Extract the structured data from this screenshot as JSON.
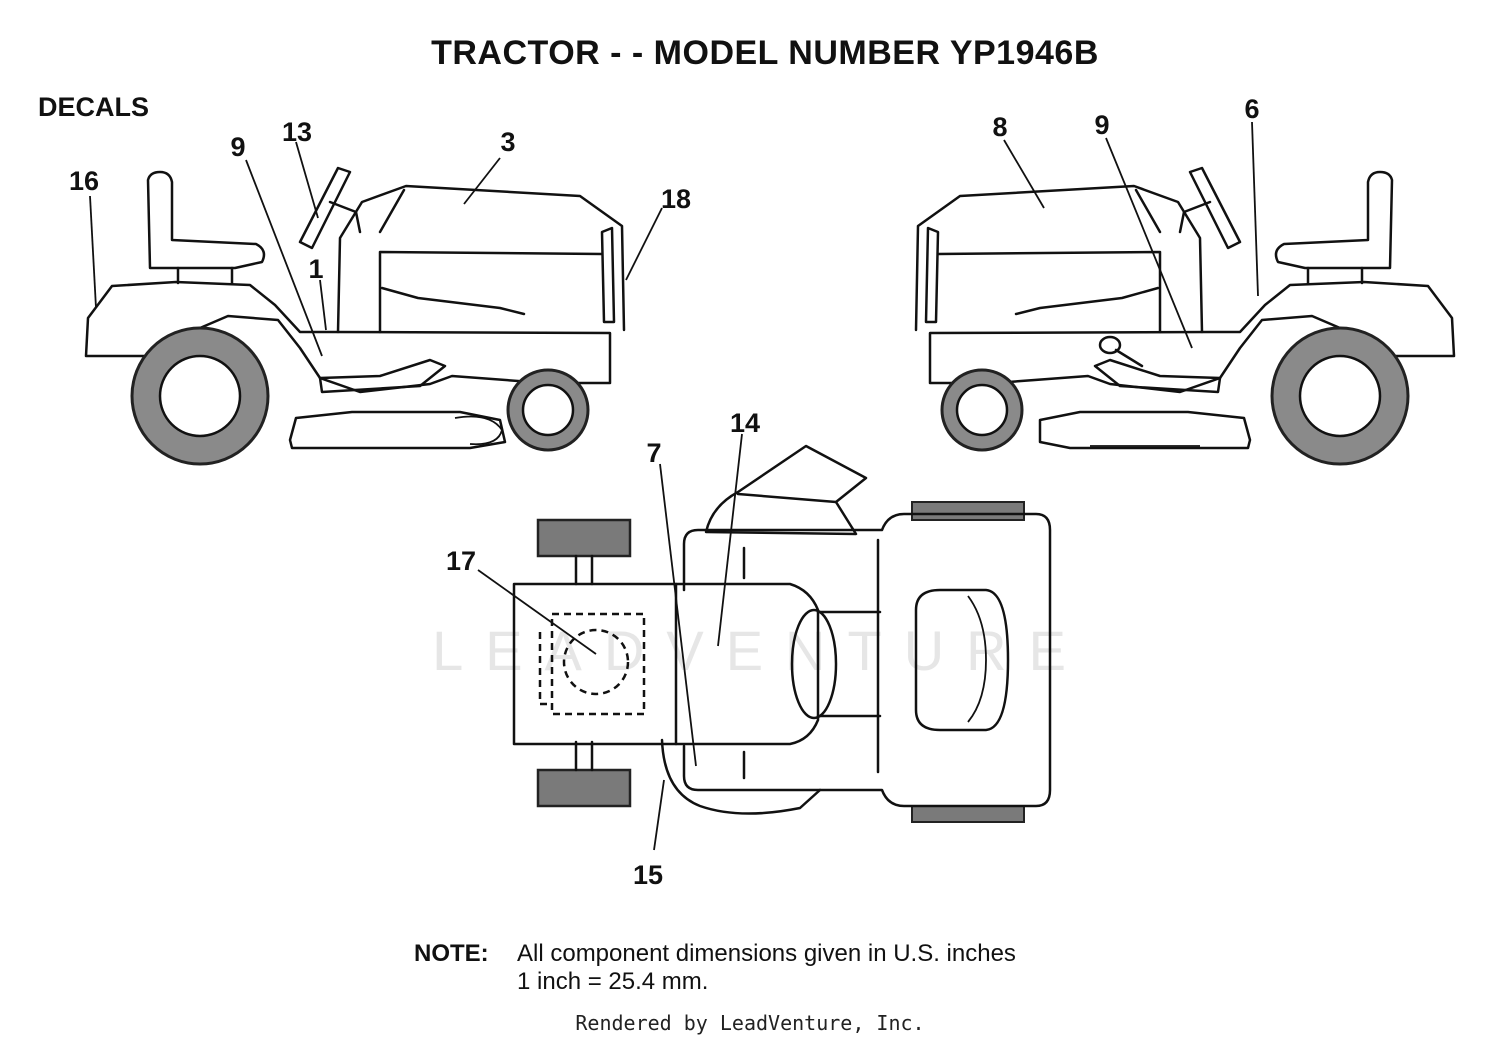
{
  "title": "TRACTOR - - MODEL NUMBER YP1946B",
  "section_label": "DECALS",
  "callouts": {
    "c16": "16",
    "c9a": "9",
    "c13": "13",
    "c3": "3",
    "c18": "18",
    "c1": "1",
    "c8": "8",
    "c9b": "9",
    "c6": "6",
    "c14": "14",
    "c7": "7",
    "c17": "17",
    "c15": "15"
  },
  "watermark": "LEADVENTURE",
  "note": {
    "label": "NOTE:",
    "line1": "All component dimensions given in U.S. inches",
    "line2": "1 inch = 25.4 mm."
  },
  "credit": "Rendered by LeadVenture, Inc."
}
